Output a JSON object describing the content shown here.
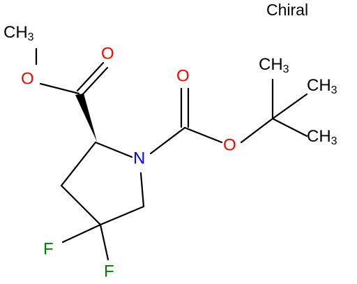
{
  "molecule": {
    "chiral_flag": "Chiral",
    "atoms": {
      "methyl_ester_c": {
        "symbol": "CH",
        "subscript": "3"
      },
      "ester_o_single": {
        "symbol": "O"
      },
      "ester_o_double": {
        "symbol": "O"
      },
      "ring_n": {
        "symbol": "N"
      },
      "carbamate_o_double": {
        "symbol": "O"
      },
      "carbamate_o_single": {
        "symbol": "O"
      },
      "tbu_ch3_top": {
        "symbol": "CH",
        "subscript": "3"
      },
      "tbu_ch3_right": {
        "symbol": "CH",
        "subscript": "3"
      },
      "tbu_ch3_bottom": {
        "symbol": "CH",
        "subscript": "3"
      },
      "fluorine_left": {
        "symbol": "F"
      },
      "fluorine_bottom": {
        "symbol": "F"
      }
    },
    "colors": {
      "carbon": "#000000",
      "oxygen": "#ff0000",
      "nitrogen": "#0000ff",
      "fluorine": "#008000"
    }
  }
}
